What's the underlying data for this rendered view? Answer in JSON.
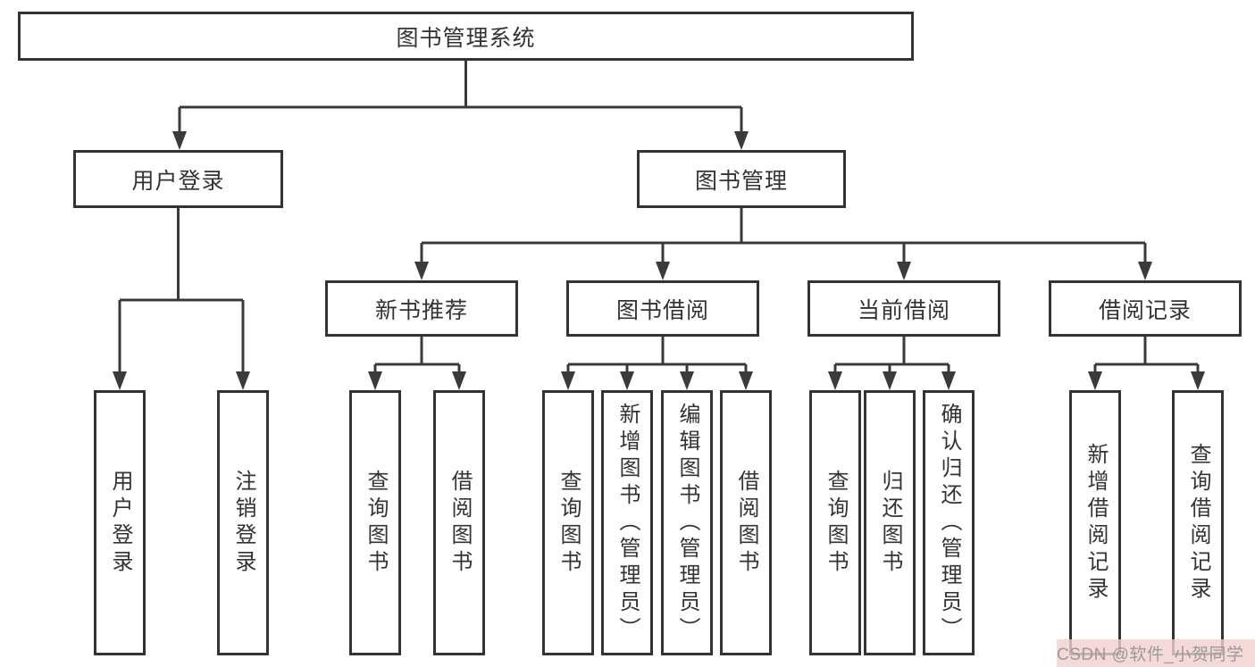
{
  "tree": {
    "label": "图书管理系统",
    "children": [
      {
        "label": "用户登录",
        "children": [
          {
            "label": "用户登录"
          },
          {
            "label": "注销登录"
          }
        ]
      },
      {
        "label": "图书管理",
        "children": [
          {
            "label": "新书推荐",
            "children": [
              {
                "label": "查询图书"
              },
              {
                "label": "借阅图书"
              }
            ]
          },
          {
            "label": "图书借阅",
            "children": [
              {
                "label": "查询图书"
              },
              {
                "label": "新增图书（管理员）"
              },
              {
                "label": "编辑图书（管理员）"
              },
              {
                "label": "借阅图书"
              }
            ]
          },
          {
            "label": "当前借阅",
            "children": [
              {
                "label": "查询图书"
              },
              {
                "label": "归还图书"
              },
              {
                "label": "确认归还（管理员）"
              }
            ]
          },
          {
            "label": "借阅记录",
            "children": [
              {
                "label": "新增借阅记录"
              },
              {
                "label": "查询借阅记录"
              }
            ]
          }
        ]
      }
    ]
  },
  "watermark": {
    "text": "CSDN @软件_小贺同学"
  },
  "colors": {
    "line": "#3a3a3a",
    "border": "#333333",
    "text": "#333333",
    "watermark_text": "#9a9a9a",
    "watermark_bg": "#f2cfcf",
    "background": "#ffffff"
  }
}
